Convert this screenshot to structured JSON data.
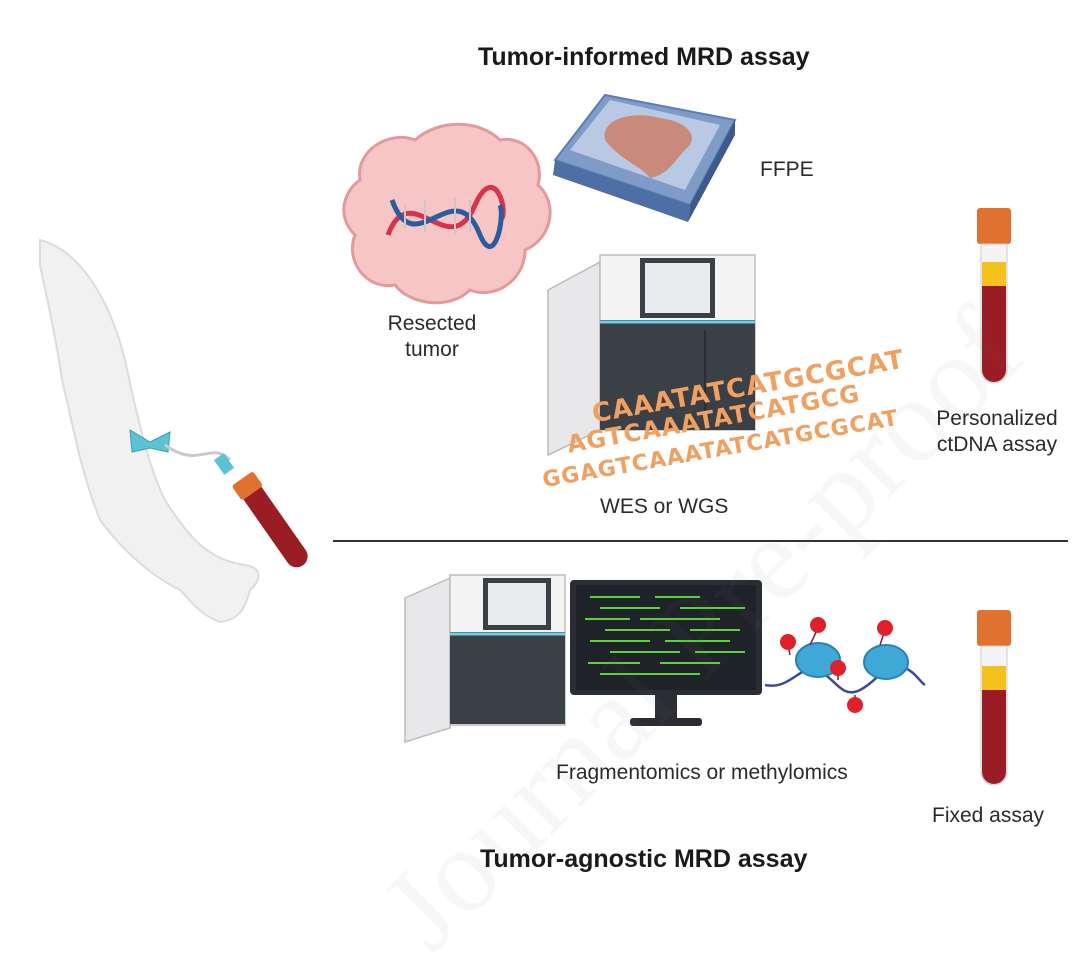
{
  "header_top": "Tumor-informed MRD assay",
  "header_bottom": "Tumor-agnostic MRD assay",
  "labels": {
    "ffpe": "FFPE",
    "resected_line1": "Resected",
    "resected_line2": "tumor",
    "wes": "WES or WGS",
    "personalized_line1": "Personalized",
    "personalized_line2": "ctDNA assay",
    "fragmentomics": "Fragmentomics or methylomics",
    "fixed": "Fixed assay"
  },
  "sequence_lines": [
    "CAAATATCATGCGCAT",
    "AGTCAAATATCATGCG",
    "GGAGTCAAATATCATGCGCAT"
  ],
  "watermark": "Journal Pre-proof",
  "colors": {
    "tumor_fill": "#f6c6c6",
    "tumor_outline": "#e39a9a",
    "dna_red": "#d8334a",
    "dna_blue": "#2a5d9f",
    "blood": "#9a1c24",
    "plasma": "#f3c21c",
    "cap": "#e2702e",
    "seq_orange": "#f0a060",
    "machine_dark": "#3b3f46",
    "screen": "#6dd1e6",
    "nucleosome": "#3fa8d6",
    "methyl": "#e0202a",
    "divider": "#333333"
  }
}
